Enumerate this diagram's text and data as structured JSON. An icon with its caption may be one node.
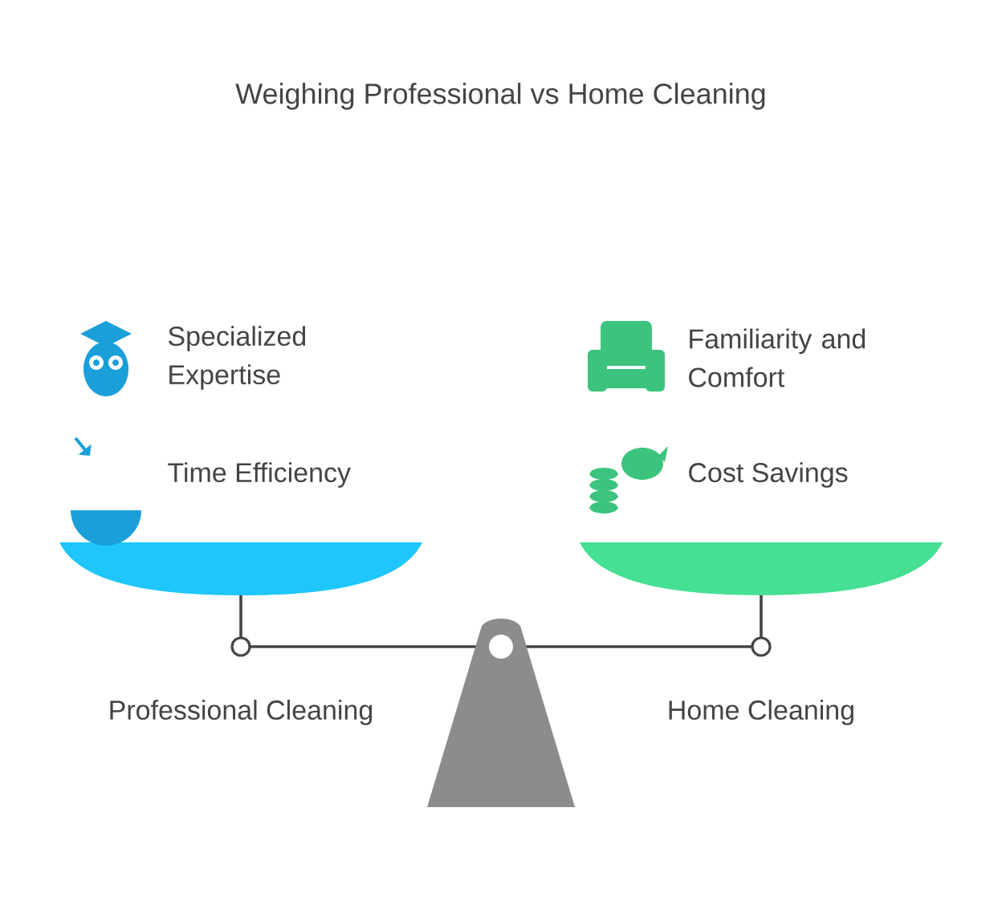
{
  "diagram": {
    "title": "Weighing Professional vs Home Cleaning",
    "labels": [
      "Specialized Expertise",
      "Familiarity and Comfort",
      "Time Efficiency",
      "Cost Savings",
      "Professional Cleaning",
      "Home Cleaning"
    ]
  }
}
